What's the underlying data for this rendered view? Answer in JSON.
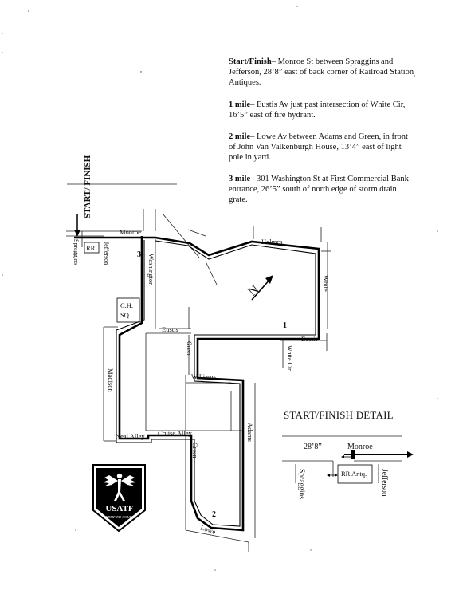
{
  "checkpoints": [
    {
      "label": "Start/Finish",
      "text": "Monroe St between Spraggins and Jefferson, 28’8” east of back corner of Railroad Station Antiques."
    },
    {
      "label": "1 mile",
      "text": "Eustis Av just past intersection of White Cir, 16’5” east of fire hydrant."
    },
    {
      "label": "2 mile",
      "text": "Lowe Av between Adams and Green, in front of John Van Valkenburgh House, 13’4” east of light pole in yard."
    },
    {
      "label": "3 mile",
      "text": "301 Washington St at First Commercial Bank entrance, 26’5” south of north edge of storm drain grate."
    }
  ],
  "map": {
    "start_finish": "START/ FINISH",
    "streets": {
      "monroe": "Monroe",
      "spraggins": "Spraggins",
      "jefferson": "Jefferson",
      "washington": "Washington",
      "holmes": "Holmes",
      "white": "White",
      "eustis_west": "Eustis",
      "eustis_east": "Eustis",
      "green_north": "Green",
      "white_cir": "White Cir",
      "madison": "Madison",
      "williams": "Williams",
      "adams": "Adams",
      "neal_alley": "Neal Alley",
      "cruise_alley": "Cruise Alley",
      "green_south": "Green",
      "lowe": "Lowe"
    },
    "buildings": {
      "rr": "RR",
      "ch_sq_1": "C.H.",
      "ch_sq_2": "SQ."
    },
    "mile_markers": {
      "m1": "1",
      "m2": "2",
      "m3": "3"
    },
    "north_label": "N"
  },
  "detail": {
    "title": "START/FINISH DETAIL",
    "distance": "28’8”",
    "monroe": "Monroe",
    "building": "RR Antq.",
    "spraggins": "Spraggins",
    "jefferson": "Jefferson"
  },
  "badge": {
    "name": "USATF",
    "sub": "CERTIFIED COURSE"
  }
}
